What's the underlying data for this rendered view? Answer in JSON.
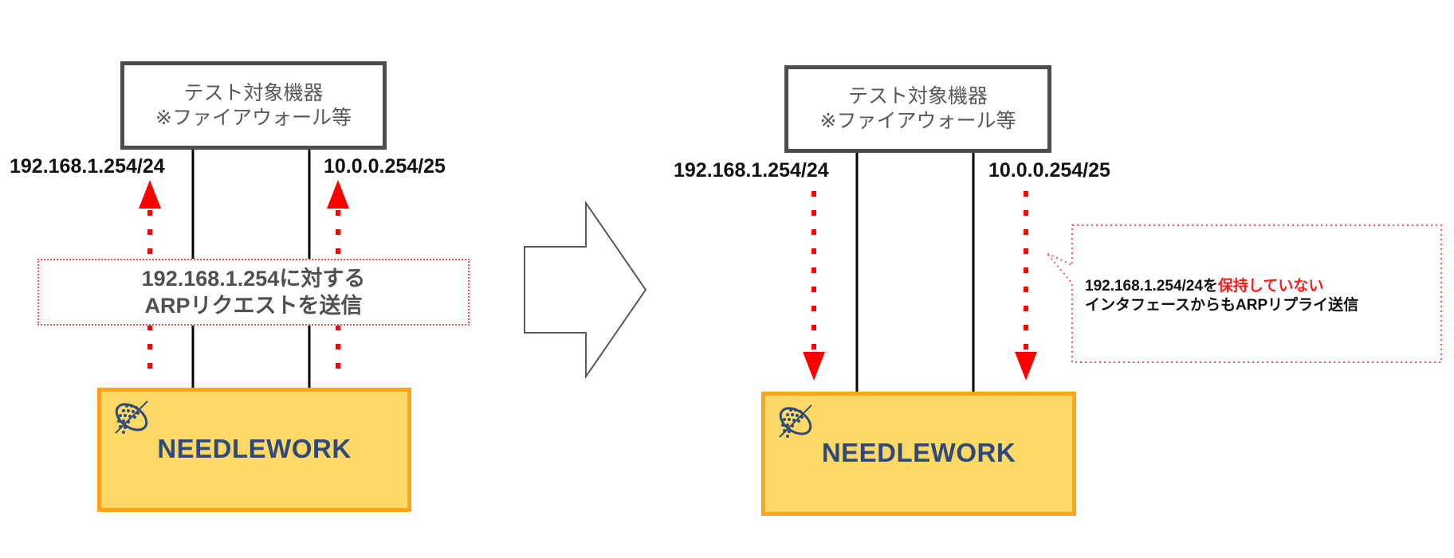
{
  "left": {
    "device_line1": "テスト対象機器",
    "device_line2": "※ファイアウォール等",
    "ip_left": "192.168.1.254/24",
    "ip_right": "10.0.0.254/25",
    "callout_line1": "192.168.1.254に対する",
    "callout_line2": "ARPリクエストを送信",
    "needlework_label": "NEEDLEWORK"
  },
  "right": {
    "device_line1": "テスト対象機器",
    "device_line2": "※ファイアウォール等",
    "ip_left": "192.168.1.254/24",
    "ip_right": "10.0.0.254/25",
    "callout_prefix": "192.168.1.254/24を",
    "callout_highlight": "保持していない",
    "callout_line2": "インタフェースからもARPリプライ送信",
    "needlework_label": "NEEDLEWORK"
  },
  "colors": {
    "arrow_red": "#ff0000",
    "device_border": "#4d4d4d",
    "needlework_fill": "#ffd966",
    "needlework_border": "#ffa31a",
    "needlework_text": "#2f4a7a"
  },
  "icons": [
    "needlework-logo-icon",
    "transition-arrow-icon"
  ]
}
